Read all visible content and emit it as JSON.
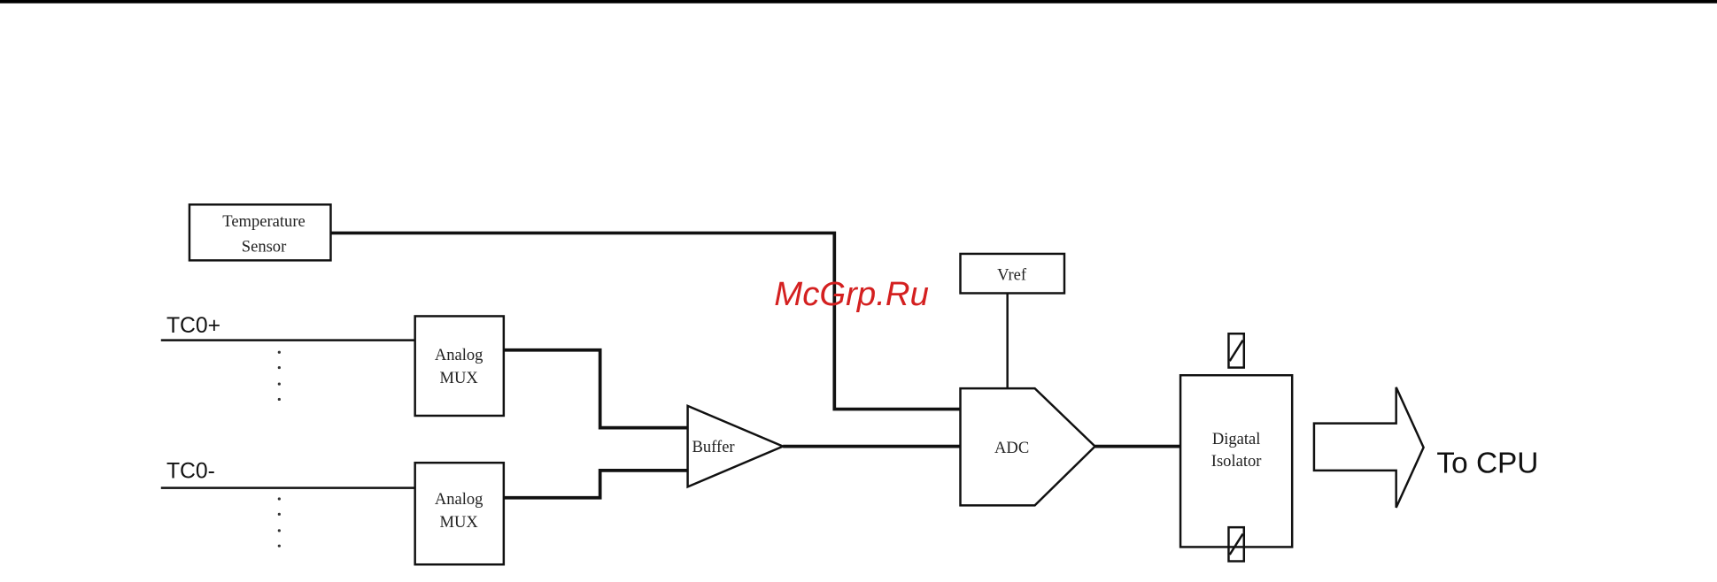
{
  "blocks": {
    "temperature_sensor": [
      "Temperature",
      "Sensor"
    ],
    "vref": "Vref",
    "analog_mux_1": [
      "Analog",
      "MUX"
    ],
    "analog_mux_2": [
      "Analog",
      "MUX"
    ],
    "buffer": "Buffer",
    "adc": "ADC",
    "digital_isolator": [
      "Digatal",
      "Isolator"
    ]
  },
  "inputs": {
    "positive": "TC0+",
    "negative": "TC0-"
  },
  "output": "To CPU",
  "watermark": "McGrp.Ru",
  "colors": {
    "watermark": "#d42020",
    "line": "#111111"
  }
}
